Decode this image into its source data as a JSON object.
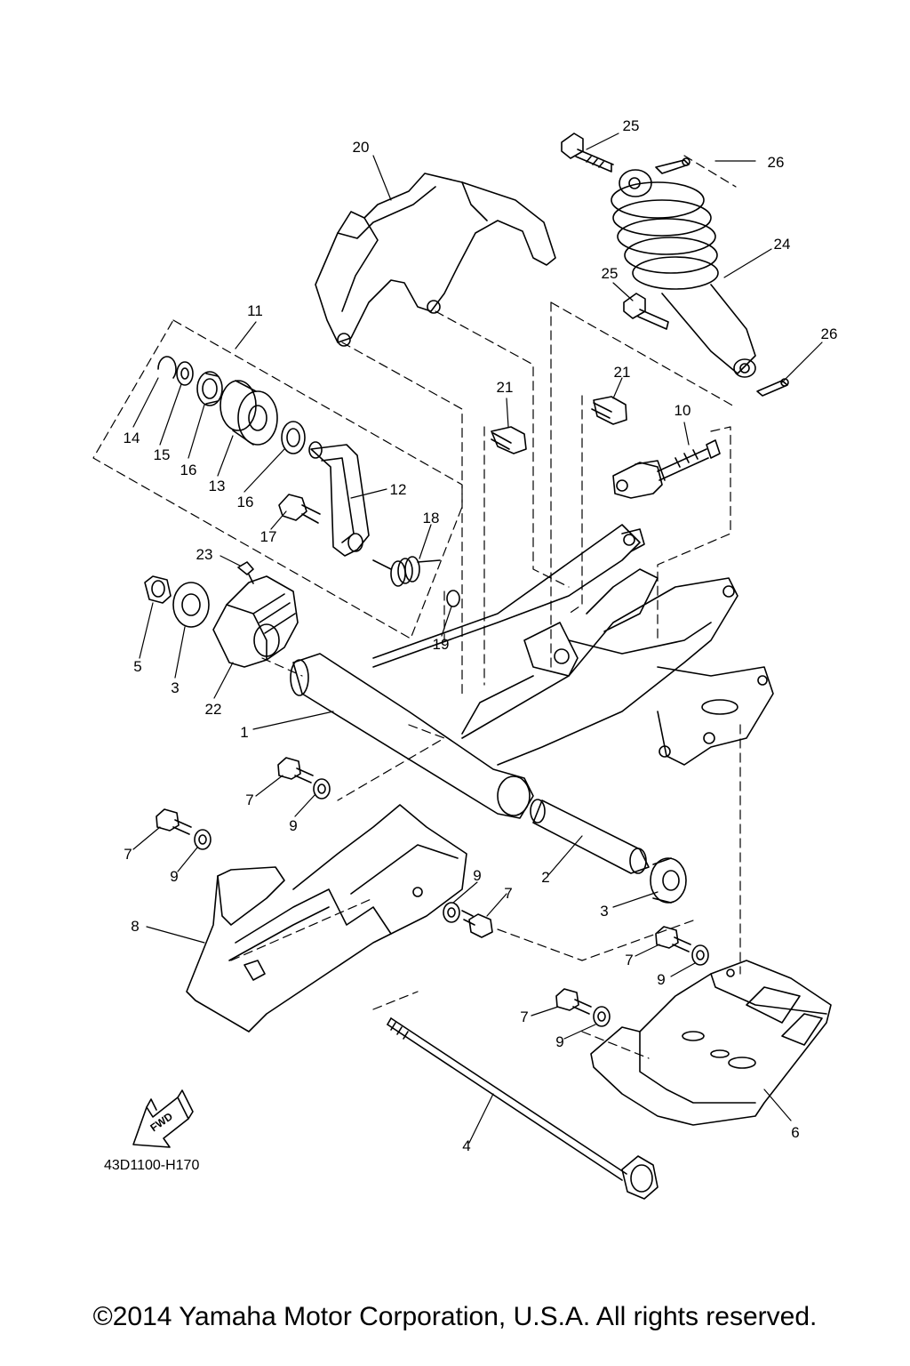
{
  "diagram": {
    "code": "43D1100-H170",
    "fwd_text": "FWD",
    "copyright": "©2014 Yamaha Motor Corporation, U.S.A. All rights reserved.",
    "callouts": [
      {
        "id": "c25a",
        "text": "25"
      },
      {
        "id": "c26a",
        "text": "26"
      },
      {
        "id": "c20",
        "text": "20"
      },
      {
        "id": "c24",
        "text": "24"
      },
      {
        "id": "c25b",
        "text": "25"
      },
      {
        "id": "c26b",
        "text": "26"
      },
      {
        "id": "c11",
        "text": "11"
      },
      {
        "id": "c21a",
        "text": "21"
      },
      {
        "id": "c21b",
        "text": "21"
      },
      {
        "id": "c10",
        "text": "10"
      },
      {
        "id": "c14",
        "text": "14"
      },
      {
        "id": "c15",
        "text": "15"
      },
      {
        "id": "c16a",
        "text": "16"
      },
      {
        "id": "c13",
        "text": "13"
      },
      {
        "id": "c16b",
        "text": "16"
      },
      {
        "id": "c12",
        "text": "12"
      },
      {
        "id": "c18",
        "text": "18"
      },
      {
        "id": "c17",
        "text": "17"
      },
      {
        "id": "c23",
        "text": "23"
      },
      {
        "id": "c19",
        "text": "19"
      },
      {
        "id": "c5",
        "text": "5"
      },
      {
        "id": "c3a",
        "text": "3"
      },
      {
        "id": "c22",
        "text": "22"
      },
      {
        "id": "c1",
        "text": "1"
      },
      {
        "id": "c7a",
        "text": "7"
      },
      {
        "id": "c9a",
        "text": "9"
      },
      {
        "id": "c7b",
        "text": "7"
      },
      {
        "id": "c9b",
        "text": "9"
      },
      {
        "id": "c9c",
        "text": "9"
      },
      {
        "id": "c7c",
        "text": "7"
      },
      {
        "id": "c2",
        "text": "2"
      },
      {
        "id": "c3b",
        "text": "3"
      },
      {
        "id": "c8",
        "text": "8"
      },
      {
        "id": "c7d",
        "text": "7"
      },
      {
        "id": "c9d",
        "text": "9"
      },
      {
        "id": "c7e",
        "text": "7"
      },
      {
        "id": "c9e",
        "text": "9"
      },
      {
        "id": "c4",
        "text": "4"
      },
      {
        "id": "c6",
        "text": "6"
      }
    ]
  }
}
